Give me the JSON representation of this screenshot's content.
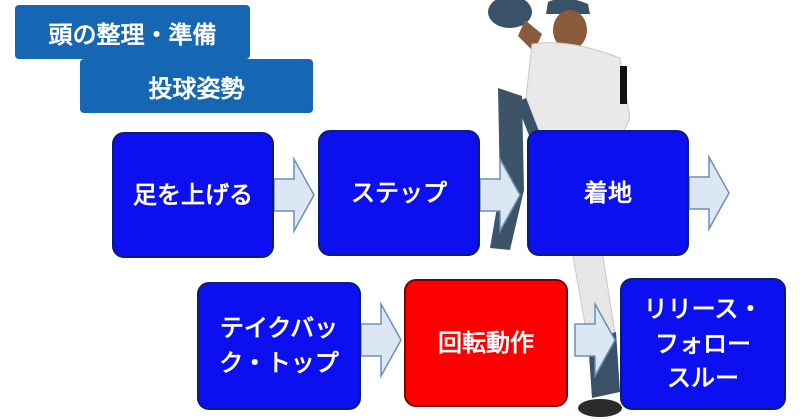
{
  "header": {
    "tab1_label": "頭の整理・準備",
    "tab2_label": "投球姿勢"
  },
  "flow": {
    "steps": [
      {
        "label": "足を上げる"
      },
      {
        "label": "ステップ"
      },
      {
        "label": "着地"
      },
      {
        "label": "テイクバッ\nク・トップ"
      },
      {
        "label": "回転動作"
      },
      {
        "label": "リリース・\nフォロー\nスルー"
      }
    ]
  },
  "colors": {
    "header_blue": "#1566b3",
    "step_blue": "#0c0ff0",
    "highlight_red": "#ff0000",
    "arrow_fill": "#dbe7f3",
    "arrow_stroke": "#6e8fb6"
  },
  "icons": {
    "arrow": "right-arrow-icon",
    "figure": "baseball-pitcher-illustration"
  }
}
